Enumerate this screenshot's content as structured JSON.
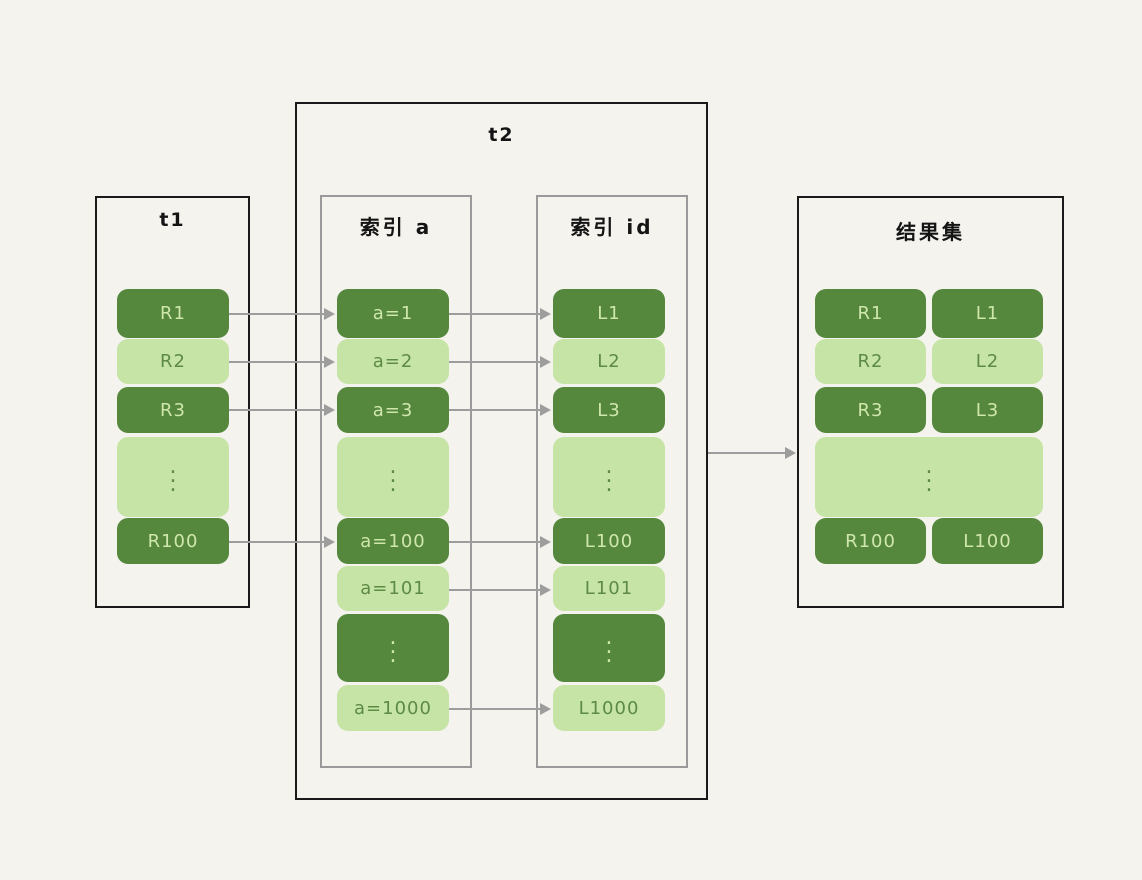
{
  "meta": {
    "background_color": "#f4f3ee",
    "dark_cell_color": "#55873d",
    "light_cell_color": "#c6e4a5",
    "dark_cell_text_color": "#cfe7ad",
    "light_cell_text_color": "#5d8a45",
    "panel_border_color": "#1a1a1a",
    "subpanel_border_color": "#9a9a9a",
    "connector_color": "#9d9d9d"
  },
  "panels": {
    "t1": {
      "title": "t1"
    },
    "t2": {
      "title": "t2"
    },
    "result": {
      "title": "结果集"
    }
  },
  "subpanels": {
    "index_a": {
      "title": "索引 a"
    },
    "index_id": {
      "title": "索引 id"
    }
  },
  "t1_rows": [
    {
      "label": "R1",
      "shade": "dark",
      "ellipsis": false
    },
    {
      "label": "R2",
      "shade": "light",
      "ellipsis": false
    },
    {
      "label": "R3",
      "shade": "dark",
      "ellipsis": false
    },
    {
      "label": "",
      "shade": "light",
      "ellipsis": true
    },
    {
      "label": "R100",
      "shade": "dark",
      "ellipsis": false
    }
  ],
  "index_a_rows": [
    {
      "label": "a=1",
      "shade": "dark",
      "ellipsis": false
    },
    {
      "label": "a=2",
      "shade": "light",
      "ellipsis": false
    },
    {
      "label": "a=3",
      "shade": "dark",
      "ellipsis": false
    },
    {
      "label": "",
      "shade": "light",
      "ellipsis": true
    },
    {
      "label": "a=100",
      "shade": "dark",
      "ellipsis": false
    },
    {
      "label": "a=101",
      "shade": "light",
      "ellipsis": false
    },
    {
      "label": "",
      "shade": "dark",
      "ellipsis": true
    },
    {
      "label": "a=1000",
      "shade": "light",
      "ellipsis": false
    }
  ],
  "index_id_rows": [
    {
      "label": "L1",
      "shade": "dark",
      "ellipsis": false
    },
    {
      "label": "L2",
      "shade": "light",
      "ellipsis": false
    },
    {
      "label": "L3",
      "shade": "dark",
      "ellipsis": false
    },
    {
      "label": "",
      "shade": "light",
      "ellipsis": true
    },
    {
      "label": "L100",
      "shade": "dark",
      "ellipsis": false
    },
    {
      "label": "L101",
      "shade": "light",
      "ellipsis": false
    },
    {
      "label": "",
      "shade": "dark",
      "ellipsis": true
    },
    {
      "label": "L1000",
      "shade": "light",
      "ellipsis": false
    }
  ],
  "result_rows": [
    {
      "left": "R1",
      "right": "L1",
      "shade": "dark",
      "ellipsis": false
    },
    {
      "left": "R2",
      "right": "L2",
      "shade": "light",
      "ellipsis": false
    },
    {
      "left": "R3",
      "right": "L3",
      "shade": "dark",
      "ellipsis": false
    },
    {
      "left": "",
      "right": "",
      "shade": "light",
      "ellipsis": true
    },
    {
      "left": "R100",
      "right": "L100",
      "shade": "dark",
      "ellipsis": false
    }
  ]
}
